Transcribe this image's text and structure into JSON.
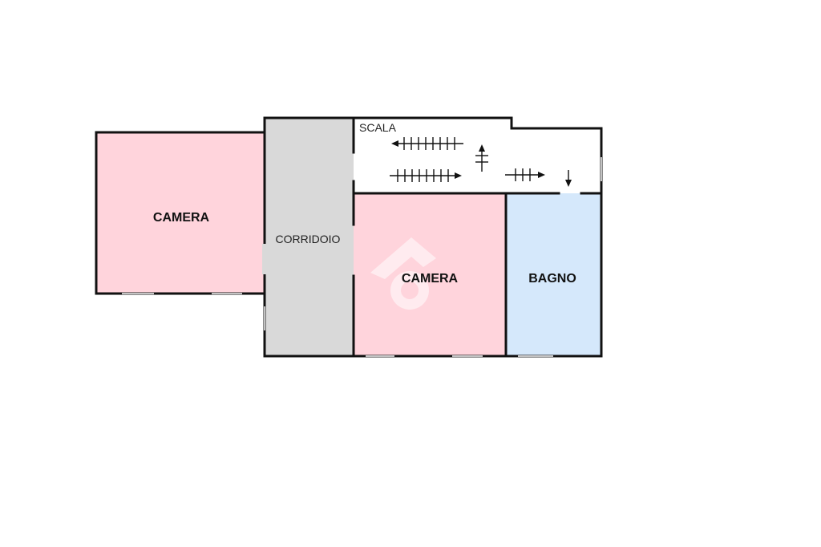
{
  "rooms": {
    "camera_left": {
      "label": "CAMERA",
      "fill": "#ffd4dc"
    },
    "corridoio": {
      "label": "CORRIDOIO",
      "fill": "#d9d9d9"
    },
    "scala": {
      "label": "SCALA",
      "fill": "#ffffff"
    },
    "camera_center": {
      "label": "CAMERA",
      "fill": "#ffd4dc"
    },
    "bagno": {
      "label": "BAGNO",
      "fill": "#d5e8fb"
    }
  },
  "colors": {
    "wall": "#111111",
    "watermark": "#ffffff"
  },
  "icons": {
    "watermark": "house-logo-watermark-icon",
    "stairs": "stair-direction-arrows-icon"
  }
}
